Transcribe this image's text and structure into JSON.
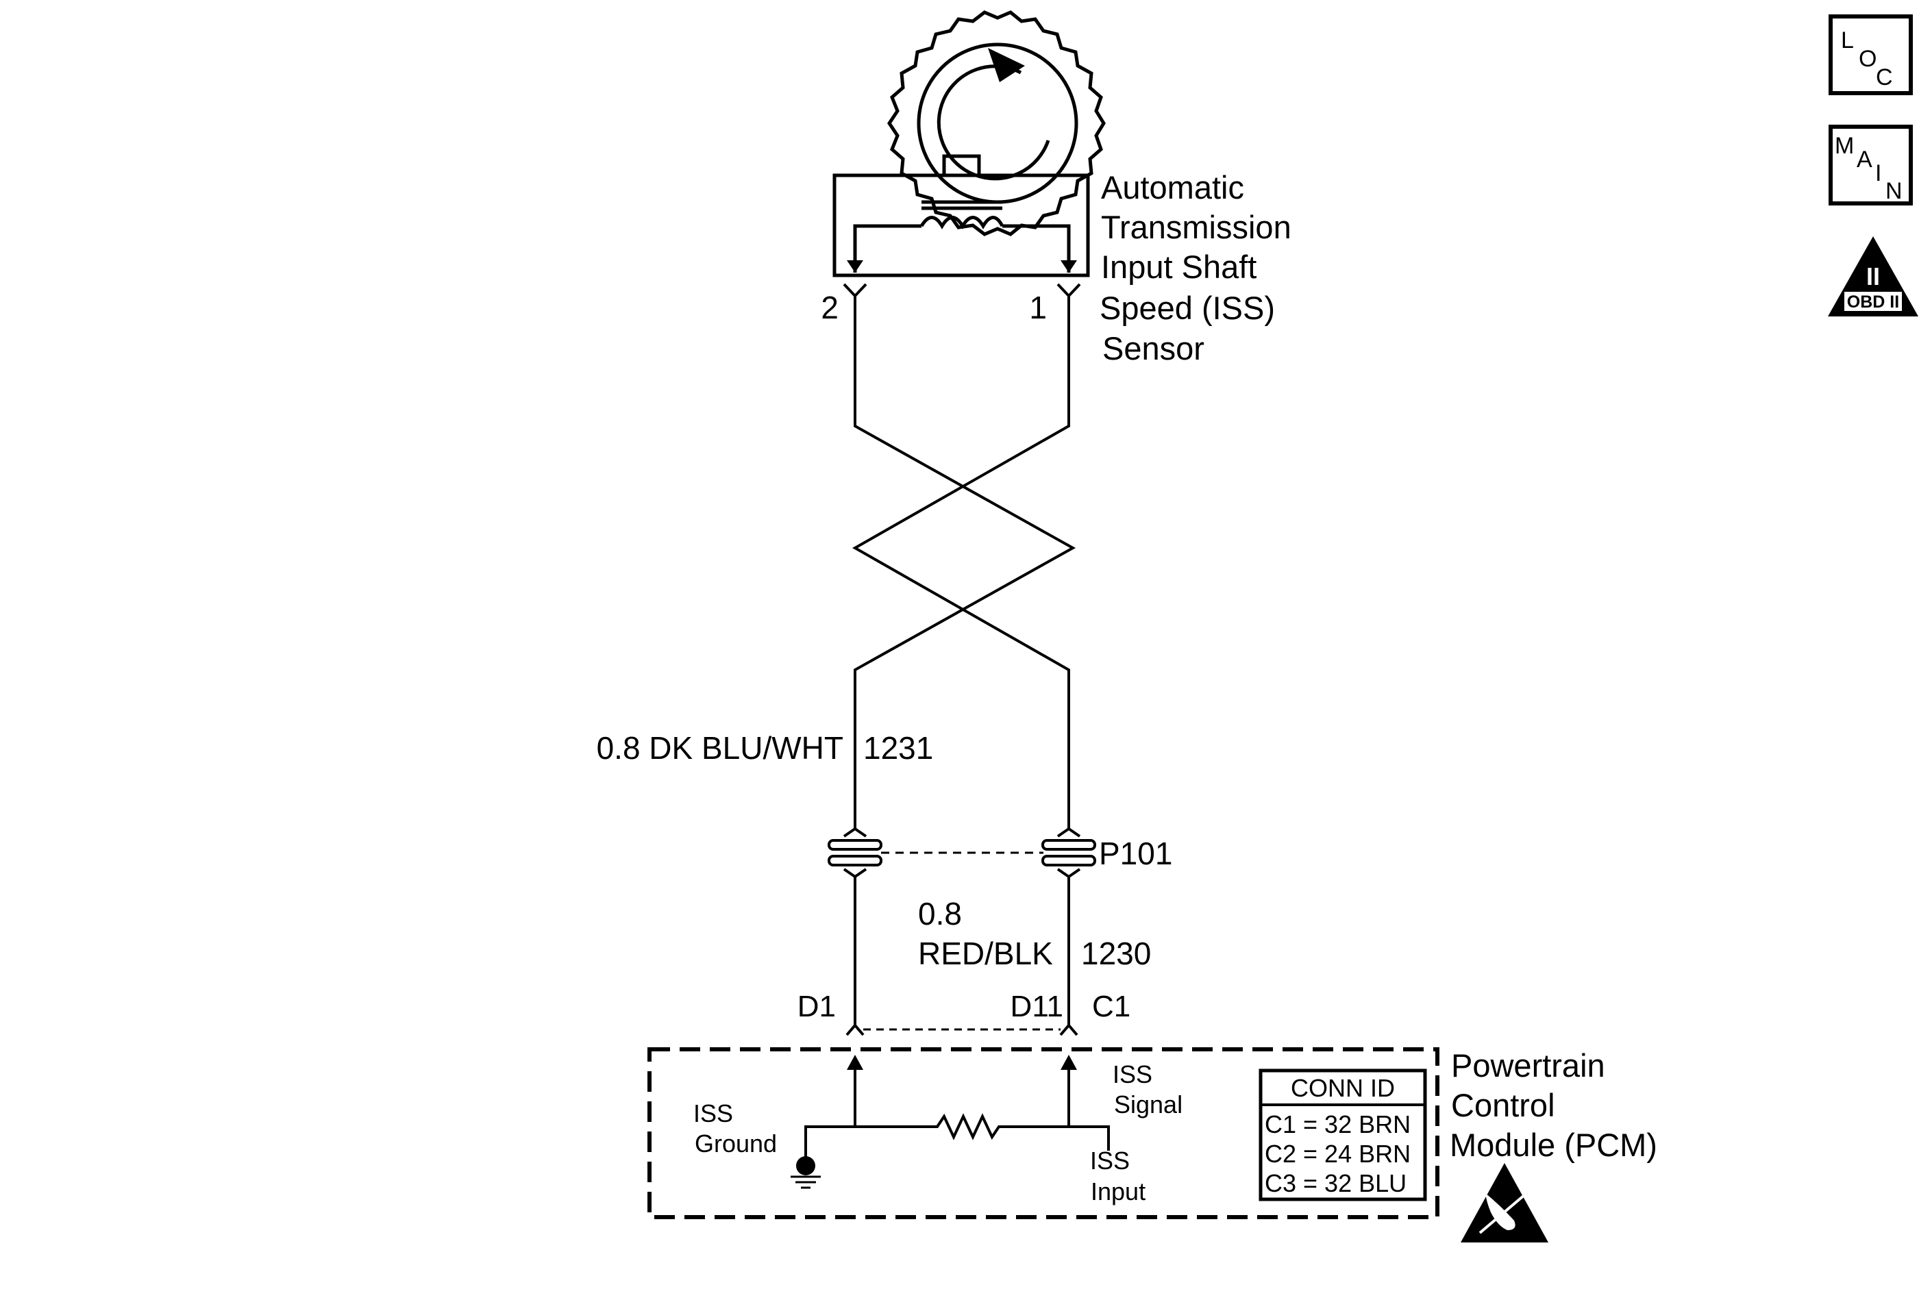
{
  "sensor": {
    "name_lines": [
      "Automatic",
      "Transmission",
      "Input Shaft",
      "Speed (ISS)",
      "Sensor"
    ],
    "pin_left": "2",
    "pin_right": "1"
  },
  "wires": {
    "left_label": "0.8 DK BLU/WHT",
    "left_circuit": "1231",
    "right_label_line1": "0.8",
    "right_label_line2": "RED/BLK",
    "right_circuit": "1230"
  },
  "connector": {
    "name": "P101"
  },
  "pcm": {
    "pin_left": "D1",
    "pin_right": "D11",
    "connector": "C1",
    "name_lines": [
      "Powertrain",
      "Control",
      "Module (PCM)"
    ],
    "iss_ground": [
      "ISS",
      "Ground"
    ],
    "iss_signal": [
      "ISS",
      "Signal"
    ],
    "iss_input": [
      "ISS",
      "Input"
    ],
    "conn_table": {
      "header": "CONN ID",
      "rows": [
        "C1 = 32 BRN",
        "C2 = 24 BRN",
        "C3 = 32 BLU"
      ]
    }
  },
  "side_icons": {
    "loc": [
      "L",
      "O",
      "C"
    ],
    "main": [
      "M",
      "A",
      "I",
      "N"
    ],
    "obd_numeral": "II",
    "obd_label": "OBD II"
  }
}
